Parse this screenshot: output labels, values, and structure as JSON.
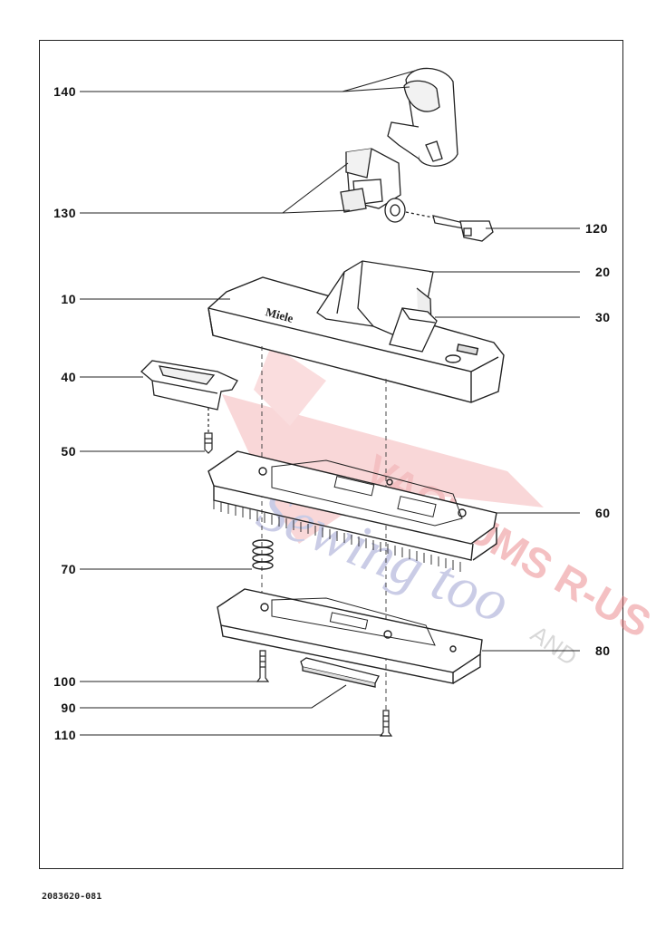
{
  "callouts": {
    "c140": "140",
    "c130": "130",
    "c120": "120",
    "c20": "20",
    "c10": "10",
    "c30": "30",
    "c40": "40",
    "c50": "50",
    "c60": "60",
    "c70": "70",
    "c80": "80",
    "c100": "100",
    "c90": "90",
    "c110": "110"
  },
  "brand_text": "Miele",
  "watermark": {
    "line1": "VACUUMS R-US",
    "line2": "AND",
    "line3": "Sewing too"
  },
  "document_number": "2083620-081",
  "colors": {
    "ink": "#222222",
    "watermark_red": "#e8757a",
    "watermark_blue": "#8c90c8",
    "watermark_grey": "#b0b0b0"
  }
}
